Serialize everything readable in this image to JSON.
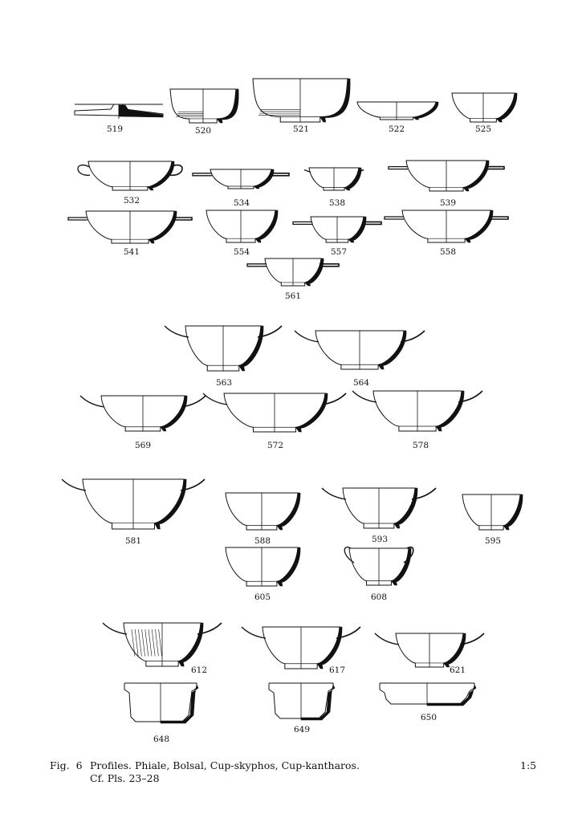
{
  "figure": {
    "label": "Fig.",
    "number": "6",
    "title": "Profiles. Phiale, Bolsal, Cup-skyphos, Cup-kantharos.",
    "reference": "Cf. Pls. 23–28",
    "scale": "1:5"
  },
  "vessels": [
    {
      "id": "519",
      "form": "phiale"
    },
    {
      "id": "520",
      "form": "bolsal"
    },
    {
      "id": "521",
      "form": "bolsal"
    },
    {
      "id": "522",
      "form": "bowl"
    },
    {
      "id": "525",
      "form": "bowl"
    },
    {
      "id": "532",
      "form": "handle-cup"
    },
    {
      "id": "534",
      "form": "handle-cup"
    },
    {
      "id": "538",
      "form": "handle-cup"
    },
    {
      "id": "539",
      "form": "handle-cup"
    },
    {
      "id": "541",
      "form": "handle-cup"
    },
    {
      "id": "554",
      "form": "bowl"
    },
    {
      "id": "557",
      "form": "handle-cup"
    },
    {
      "id": "558",
      "form": "handle-cup"
    },
    {
      "id": "561",
      "form": "handle-cup"
    },
    {
      "id": "563",
      "form": "cup-skyphos"
    },
    {
      "id": "564",
      "form": "cup-skyphos"
    },
    {
      "id": "569",
      "form": "cup-skyphos"
    },
    {
      "id": "572",
      "form": "cup-skyphos"
    },
    {
      "id": "578",
      "form": "cup-skyphos"
    },
    {
      "id": "581",
      "form": "cup-skyphos"
    },
    {
      "id": "588",
      "form": "bowl"
    },
    {
      "id": "593",
      "form": "cup-skyphos"
    },
    {
      "id": "595",
      "form": "bowl"
    },
    {
      "id": "605",
      "form": "bowl"
    },
    {
      "id": "608",
      "form": "cup-kantharos"
    },
    {
      "id": "612",
      "form": "cup-kantharos"
    },
    {
      "id": "617",
      "form": "cup-kantharos"
    },
    {
      "id": "621",
      "form": "cup-kantharos"
    },
    {
      "id": "648",
      "form": "rim-fragment"
    },
    {
      "id": "649",
      "form": "rim-fragment"
    },
    {
      "id": "650",
      "form": "rim-fragment"
    }
  ]
}
